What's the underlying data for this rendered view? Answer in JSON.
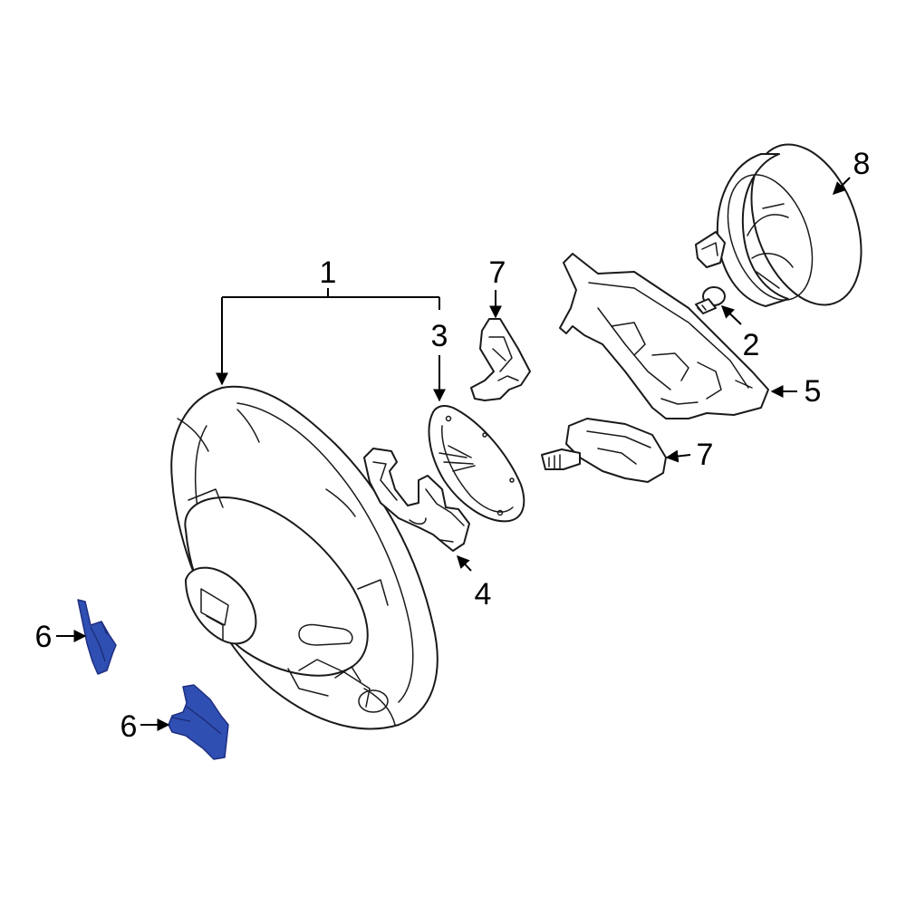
{
  "callouts": {
    "c1": "1",
    "c2": "2",
    "c3": "3",
    "c4": "4",
    "c5": "5",
    "c6a": "6",
    "c6b": "6",
    "c7a": "7",
    "c7b": "7",
    "c8": "8"
  },
  "colors": {
    "line": "#1a1a1a",
    "highlight": "#2f4fb3",
    "background": "#ffffff"
  }
}
